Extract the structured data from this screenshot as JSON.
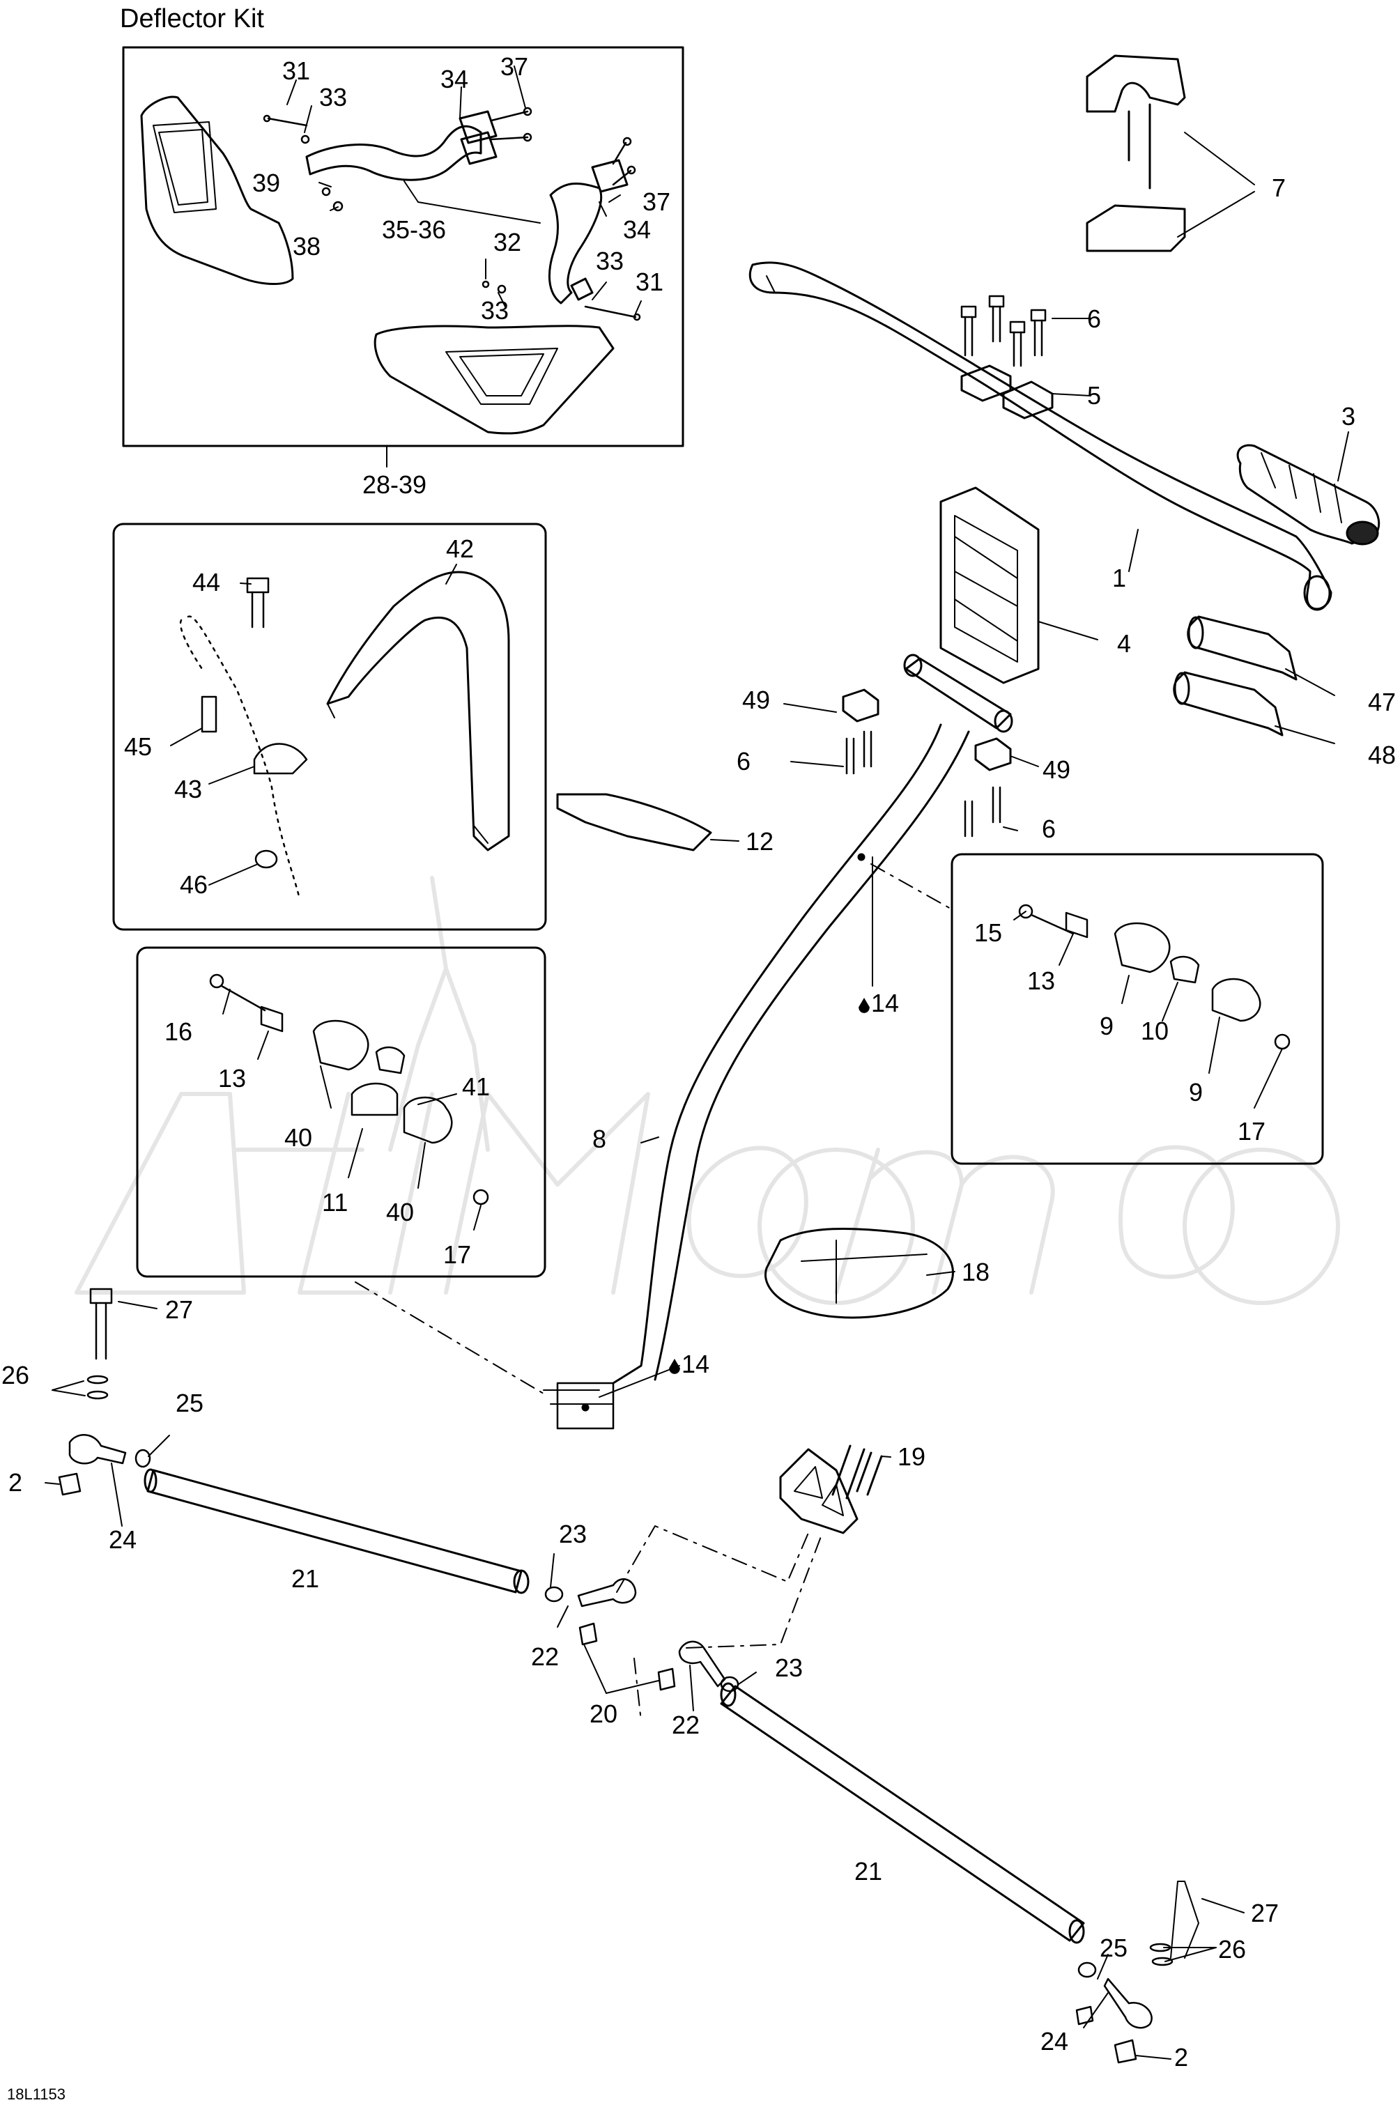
{
  "title": "Deflector Kit",
  "drawing_code": "18L1153",
  "watermark": "AriMotors",
  "kit_range_label": "28-39",
  "callouts": [
    {
      "id": "c31a",
      "text": "31"
    },
    {
      "id": "c33a",
      "text": "33"
    },
    {
      "id": "c34a",
      "text": "34"
    },
    {
      "id": "c37a",
      "text": "37"
    },
    {
      "id": "c39",
      "text": "39"
    },
    {
      "id": "c38",
      "text": "38"
    },
    {
      "id": "c3536",
      "text": "35-36"
    },
    {
      "id": "c37b",
      "text": "37"
    },
    {
      "id": "c34b",
      "text": "34"
    },
    {
      "id": "c32",
      "text": "32"
    },
    {
      "id": "c33b",
      "text": "33"
    },
    {
      "id": "c31b",
      "text": "31"
    },
    {
      "id": "c33c",
      "text": "33"
    },
    {
      "id": "c7",
      "text": "7"
    },
    {
      "id": "c6a",
      "text": "6"
    },
    {
      "id": "c5",
      "text": "5"
    },
    {
      "id": "c3",
      "text": "3"
    },
    {
      "id": "c1",
      "text": "1"
    },
    {
      "id": "c4",
      "text": "4"
    },
    {
      "id": "c47",
      "text": "47"
    },
    {
      "id": "c48",
      "text": "48"
    },
    {
      "id": "c49a",
      "text": "49"
    },
    {
      "id": "c6b",
      "text": "6"
    },
    {
      "id": "c49b",
      "text": "49"
    },
    {
      "id": "c6c",
      "text": "6"
    },
    {
      "id": "c42",
      "text": "42"
    },
    {
      "id": "c44",
      "text": "44"
    },
    {
      "id": "c45",
      "text": "45"
    },
    {
      "id": "c43",
      "text": "43"
    },
    {
      "id": "c46",
      "text": "46"
    },
    {
      "id": "c12",
      "text": "12"
    },
    {
      "id": "c15",
      "text": "15"
    },
    {
      "id": "c13a",
      "text": "13"
    },
    {
      "id": "c9a",
      "text": "9"
    },
    {
      "id": "c10",
      "text": "10"
    },
    {
      "id": "c9b",
      "text": "9"
    },
    {
      "id": "c17a",
      "text": "17"
    },
    {
      "id": "c14a",
      "text": "14"
    },
    {
      "id": "c16",
      "text": "16"
    },
    {
      "id": "c13b",
      "text": "13"
    },
    {
      "id": "c41",
      "text": "41"
    },
    {
      "id": "c40a",
      "text": "40"
    },
    {
      "id": "c11",
      "text": "11"
    },
    {
      "id": "c40b",
      "text": "40"
    },
    {
      "id": "c17b",
      "text": "17"
    },
    {
      "id": "c8",
      "text": "8"
    },
    {
      "id": "c18",
      "text": "18"
    },
    {
      "id": "c14b",
      "text": "14"
    },
    {
      "id": "c27a",
      "text": "27"
    },
    {
      "id": "c26a",
      "text": "26"
    },
    {
      "id": "c25a",
      "text": "25"
    },
    {
      "id": "c2a",
      "text": "2"
    },
    {
      "id": "c24a",
      "text": "24"
    },
    {
      "id": "c21a",
      "text": "21"
    },
    {
      "id": "c23a",
      "text": "23"
    },
    {
      "id": "c22a",
      "text": "22"
    },
    {
      "id": "c20",
      "text": "20"
    },
    {
      "id": "c22b",
      "text": "22"
    },
    {
      "id": "c23b",
      "text": "23"
    },
    {
      "id": "c19",
      "text": "19"
    },
    {
      "id": "c21b",
      "text": "21"
    },
    {
      "id": "c27b",
      "text": "27"
    },
    {
      "id": "c25b",
      "text": "25"
    },
    {
      "id": "c26b",
      "text": "26"
    },
    {
      "id": "c24b",
      "text": "24"
    },
    {
      "id": "c2b",
      "text": "2"
    }
  ]
}
